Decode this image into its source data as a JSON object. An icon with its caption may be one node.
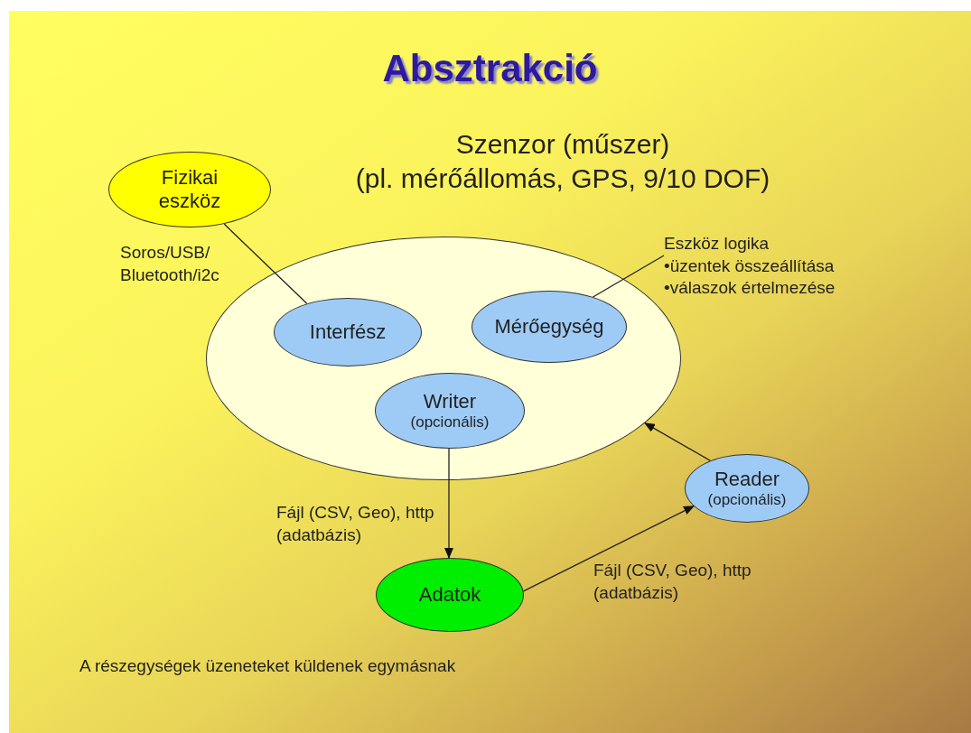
{
  "diagram": {
    "title": "Absztrakció",
    "nodes": [
      {
        "text": [
          "Fizikai eszköz"
        ]
      },
      {
        "text": [
          "Szenzor (műszer)",
          "(pl. mérőállomás, GPS, 9/10 DOF)"
        ]
      },
      {
        "text": [
          "Interfész"
        ],
        "in": 1
      },
      {
        "text": [
          "Mérőegység"
        ],
        "in": 1
      },
      {
        "text": [
          "Writer",
          "(opcionális)"
        ],
        "in": 1
      },
      {
        "text": [
          "Reader",
          "(opcionális)"
        ]
      },
      {
        "text": [
          "Adatok"
        ]
      },
      {
        "text": [
          "Eszköz logika",
          "•üzentek összeállítása",
          "•válaszok értelmezése"
        ]
      }
    ],
    "edges": [
      {
        "from": 0,
        "to": 2,
        "arrow": "none",
        "label": "Soros/USB/ Bluetooth/i2c"
      },
      {
        "from": 7,
        "to": 3,
        "arrow": "none"
      },
      {
        "from": 4,
        "to": 6,
        "arrow": "to",
        "label": "Fájl (CSV, Geo), http (adatbázis)"
      },
      {
        "from": 6,
        "to": 5,
        "arrow": "to",
        "label": "Fájl (CSV, Geo), http (adatbázis)"
      },
      {
        "from": 5,
        "to": 1,
        "arrow": "to"
      }
    ],
    "labels": [
      "A részegységek üzeneteket küldenek egymásnak"
    ]
  }
}
